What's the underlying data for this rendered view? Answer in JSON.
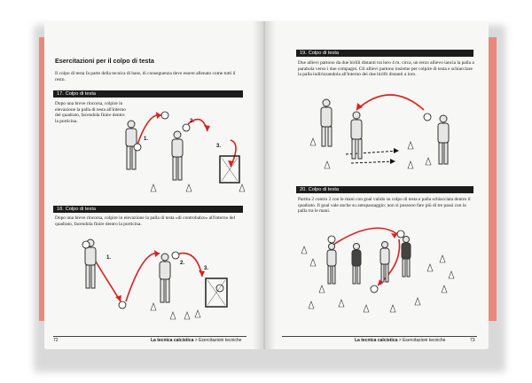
{
  "left_page": {
    "chapter_heading": "Esercitazioni per il colpo di testa",
    "intro_text": "Il colpo di testa fa parte della tecnica di base, di conseguenza deve essere allenato come tutti il resto.",
    "ex17": {
      "number": "17.",
      "title": "Colpo di testa",
      "text": "Dopo una breve rincorsa, colpire in elevazione la palla di testa all'interno del quadrato, facendola finire dentro la porticina.",
      "steps": [
        "1.",
        "2.",
        "3."
      ]
    },
    "ex18": {
      "number": "18.",
      "title": "Colpo di testa",
      "text": "Dopo una breve rincorsa, colpire in elevazione la palla di testa «di controbalzo» all'interno del quadrato, facendola finire dentro la porticina.",
      "steps": [
        "1.",
        "2.",
        "3."
      ]
    },
    "page_number": "72",
    "footer_section": "La tecnica calcistica",
    "footer_sub": "Esercitazioni tecniche"
  },
  "right_page": {
    "ex19": {
      "number": "19.",
      "title": "Colpo di testa",
      "text": "Due allievi partono da due birilli distanti tra loro 4 m. circa, un terzo allievo lancia la palla a parabola verso i due compagni. Gli allievi partono insieme per colpire di testa e schiacciare la palla indirizzandola all'interno dei due birilli distanti a loro."
    },
    "ex20": {
      "number": "20.",
      "title": "Colpo di testa",
      "text": "Partita 2 contro 2 con le mani con goal valido su colpo di testa e palla schiacciata dentro il quadrato. Il goal vale anche su autopassaggio: non si possono fare più di tre passi con la palla tra le mani."
    },
    "page_number": "73",
    "footer_section": "La tecnica calcistica",
    "footer_sub": "Esercitazioni tecniche"
  },
  "colors": {
    "page_edge": "#e8897d",
    "arrow_red": "#d92020",
    "bar_black": "#1c1c1c"
  }
}
